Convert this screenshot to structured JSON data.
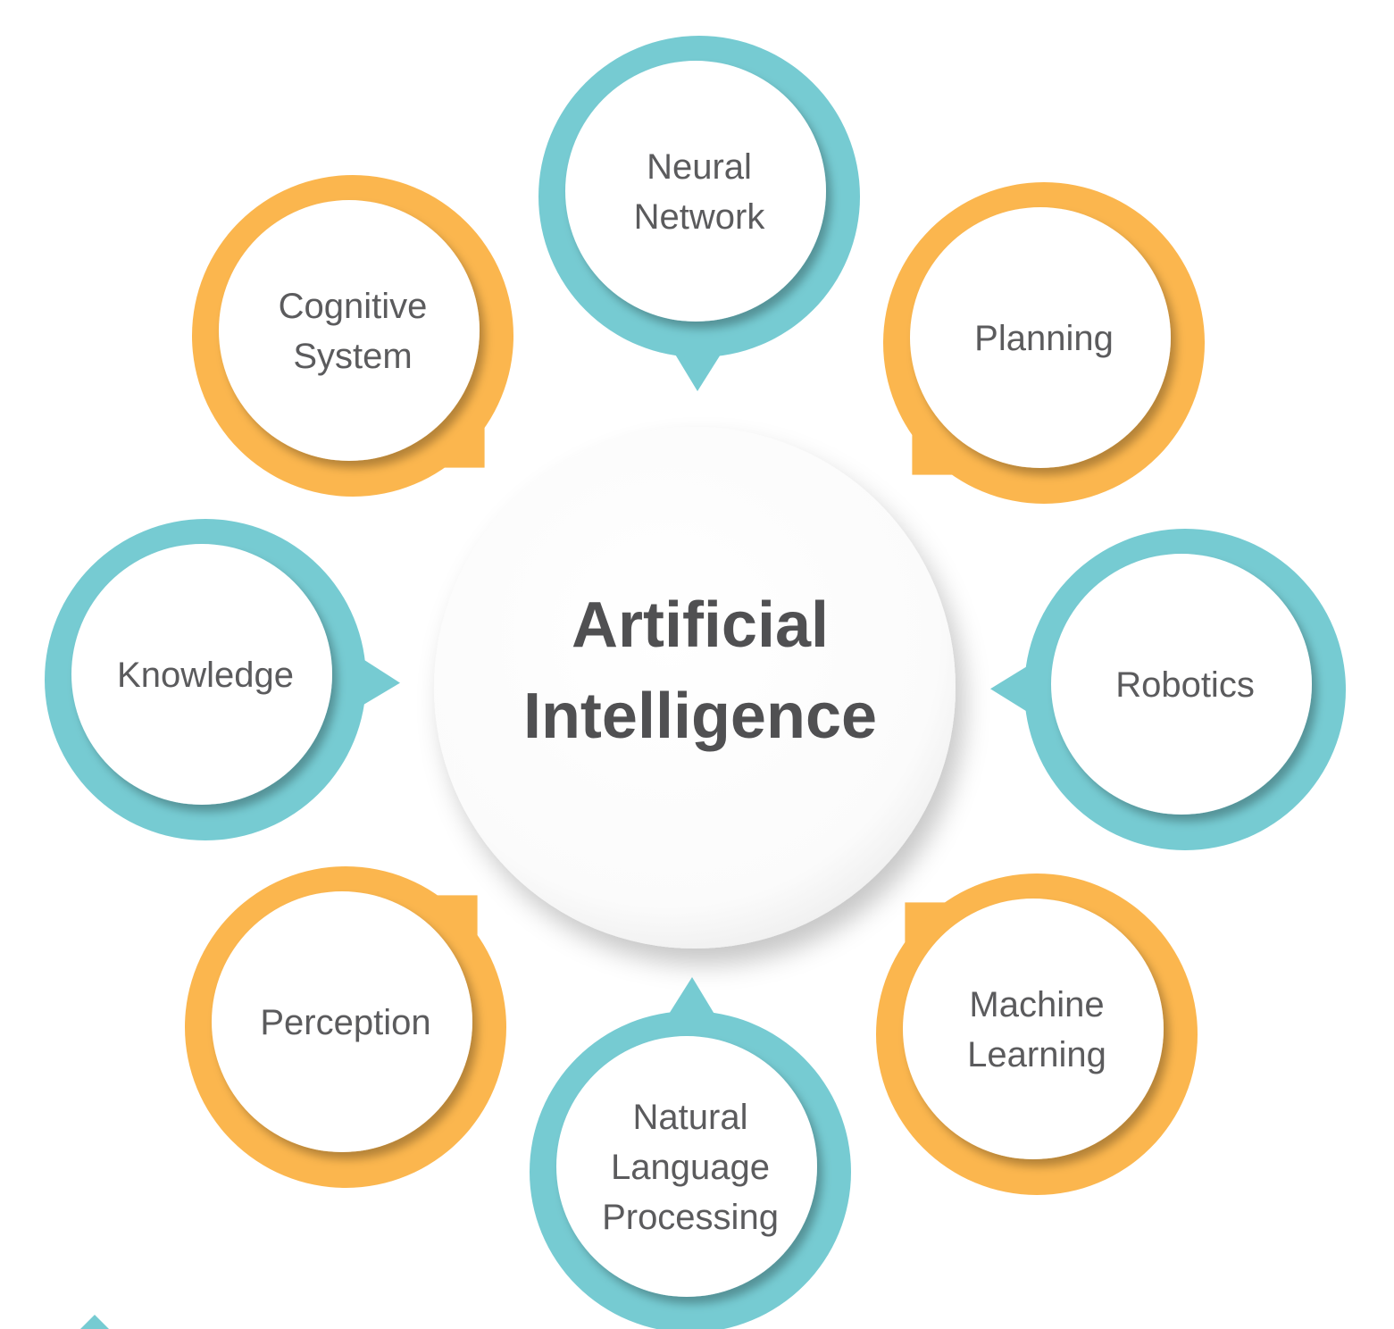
{
  "diagram": {
    "center": {
      "lines": [
        "Artificial",
        "Intelligence"
      ]
    },
    "colors": {
      "teal": "#76cbd2",
      "orange": "#fbb64e",
      "text": "#5b5b5d",
      "inner_fill": "#ffffff"
    },
    "nodes": [
      {
        "id": "neural-network",
        "lines": [
          "Neural",
          "Network"
        ],
        "color": "teal"
      },
      {
        "id": "planning",
        "lines": [
          "Planning"
        ],
        "color": "orange"
      },
      {
        "id": "robotics",
        "lines": [
          "Robotics"
        ],
        "color": "teal"
      },
      {
        "id": "machine-learning",
        "lines": [
          "Machine",
          "Learning"
        ],
        "color": "orange"
      },
      {
        "id": "natural-language-processing",
        "lines": [
          "Natural",
          "Language",
          "Processing"
        ],
        "color": "teal"
      },
      {
        "id": "perception",
        "lines": [
          "Perception"
        ],
        "color": "orange"
      },
      {
        "id": "knowledge",
        "lines": [
          "Knowledge"
        ],
        "color": "teal"
      },
      {
        "id": "cognitive-system",
        "lines": [
          "Cognitive",
          "System"
        ],
        "color": "orange"
      }
    ]
  }
}
